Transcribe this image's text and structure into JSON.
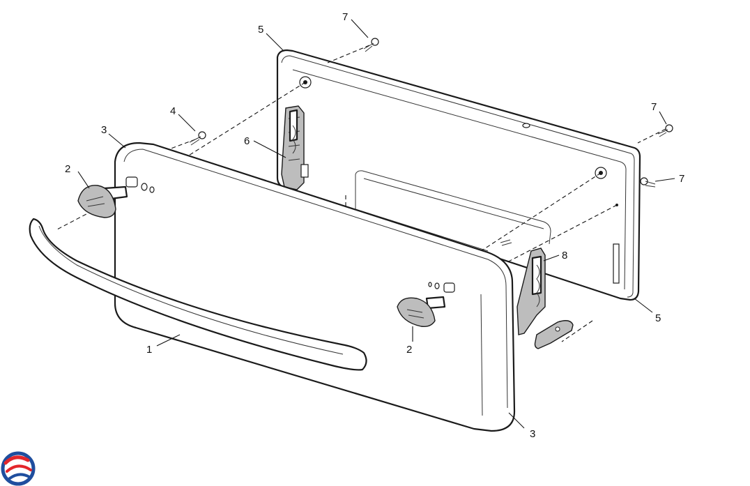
{
  "diagram": {
    "type": "exploded-parts-view",
    "callouts": [
      {
        "id": "c1",
        "number": "1"
      },
      {
        "id": "c2a",
        "number": "2"
      },
      {
        "id": "c2b",
        "number": "2"
      },
      {
        "id": "c3a",
        "number": "3"
      },
      {
        "id": "c3b",
        "number": "3"
      },
      {
        "id": "c4",
        "number": "4"
      },
      {
        "id": "c5a",
        "number": "5"
      },
      {
        "id": "c5b",
        "number": "5"
      },
      {
        "id": "c6",
        "number": "6"
      },
      {
        "id": "c7a",
        "number": "7"
      },
      {
        "id": "c7b",
        "number": "7"
      },
      {
        "id": "c7c",
        "number": "7"
      },
      {
        "id": "c8",
        "number": "8"
      }
    ],
    "colors": {
      "line": "#1a1a1a",
      "part_shading": "#bdbdbd",
      "logo_red": "#e3262b",
      "logo_blue": "#1f4e9e"
    },
    "logo": {
      "icon": "brand-swirl-logo"
    }
  }
}
